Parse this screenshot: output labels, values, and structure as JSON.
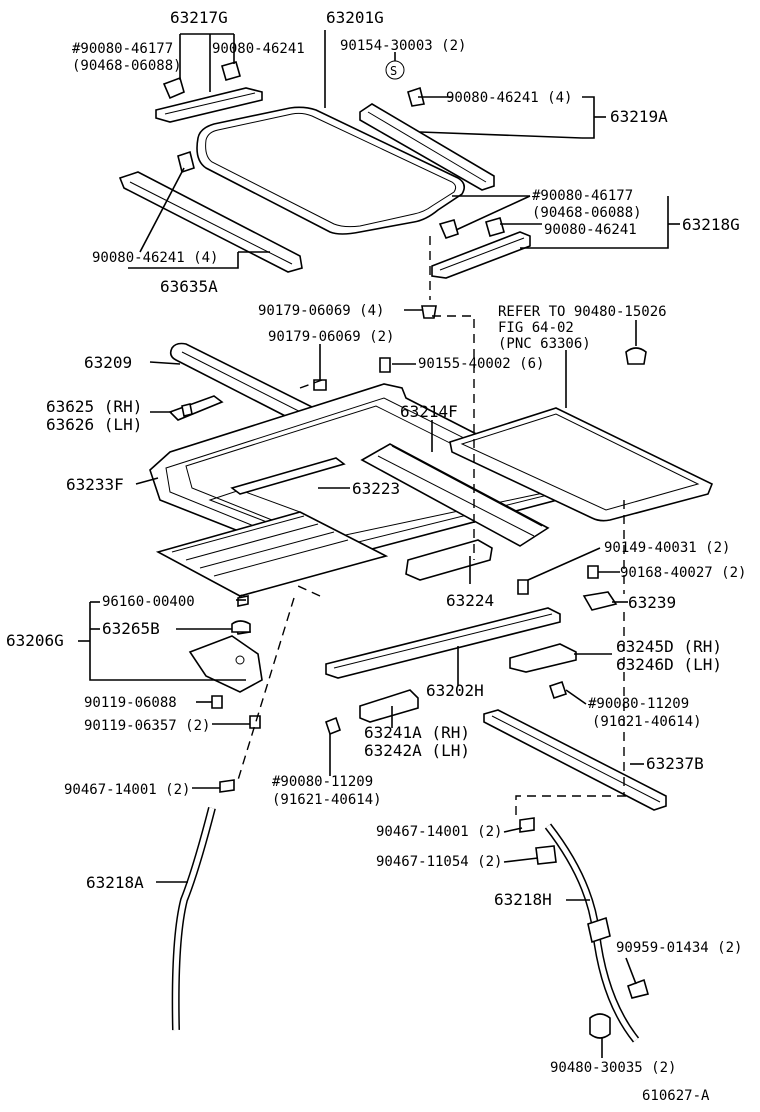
{
  "labels": {
    "p63217G": "63217G",
    "p90080_46177_a": "#90080-46177",
    "p90468_06088_a": "(90468-06088)",
    "p90080_46241_a": "90080-46241",
    "p63201G": "63201G",
    "p90154_30003": "90154-30003 (2)",
    "s_mark": "S",
    "p90080_46241_4a": "90080-46241 (4)",
    "p63219A": "63219A",
    "p90080_46177_b": "#90080-46177",
    "p90468_06088_b": "(90468-06088)",
    "p63218G": "63218G",
    "p90080_46241_b": "90080-46241",
    "p90080_46241_4b": "90080-46241 (4)",
    "p63635A": "63635A",
    "p90179_06069_4": "90179-06069 (4)",
    "refer_1": "REFER TO  90480-15026",
    "refer_2": "FIG 64-02",
    "refer_3": "(PNC 63306)",
    "p90179_06069_2": "90179-06069 (2)",
    "p63209": "63209",
    "p90155_40002": "90155-40002 (6)",
    "p63625": "63625 (RH)",
    "p63626": "63626 (LH)",
    "p63214F": "63214F",
    "p63233F": "63233F",
    "p63223": "63223",
    "p90149_40031": "90149-40031 (2)",
    "p90168_40027": "90168-40027 (2)",
    "p96160_00400": "96160-00400",
    "p63224": "63224",
    "p63239": "63239",
    "p63206G": "63206G",
    "p63265B": "63265B",
    "p63245D": "63245D (RH)",
    "p63246D": "63246D (LH)",
    "p63202H": "63202H",
    "p90119_06088": "90119-06088",
    "p90119_06357": "90119-06357 (2)",
    "p90080_11209_a": "#90080-11209",
    "p91621_40614_a": "(91621-40614)",
    "p63241A": "63241A (RH)",
    "p63242A": "63242A (LH)",
    "p63237B": "63237B",
    "p90467_14001_a": "90467-14001 (2)",
    "p90080_11209_b": "#90080-11209",
    "p91621_40614_b": "(91621-40614)",
    "p90467_14001_b": "90467-14001 (2)",
    "p90467_11054": "90467-11054 (2)",
    "p63218A": "63218A",
    "p63218H": "63218H",
    "p90959_01434": "90959-01434 (2)",
    "p90480_30035": "90480-30035 (2)",
    "fig_id": "610627-A"
  }
}
